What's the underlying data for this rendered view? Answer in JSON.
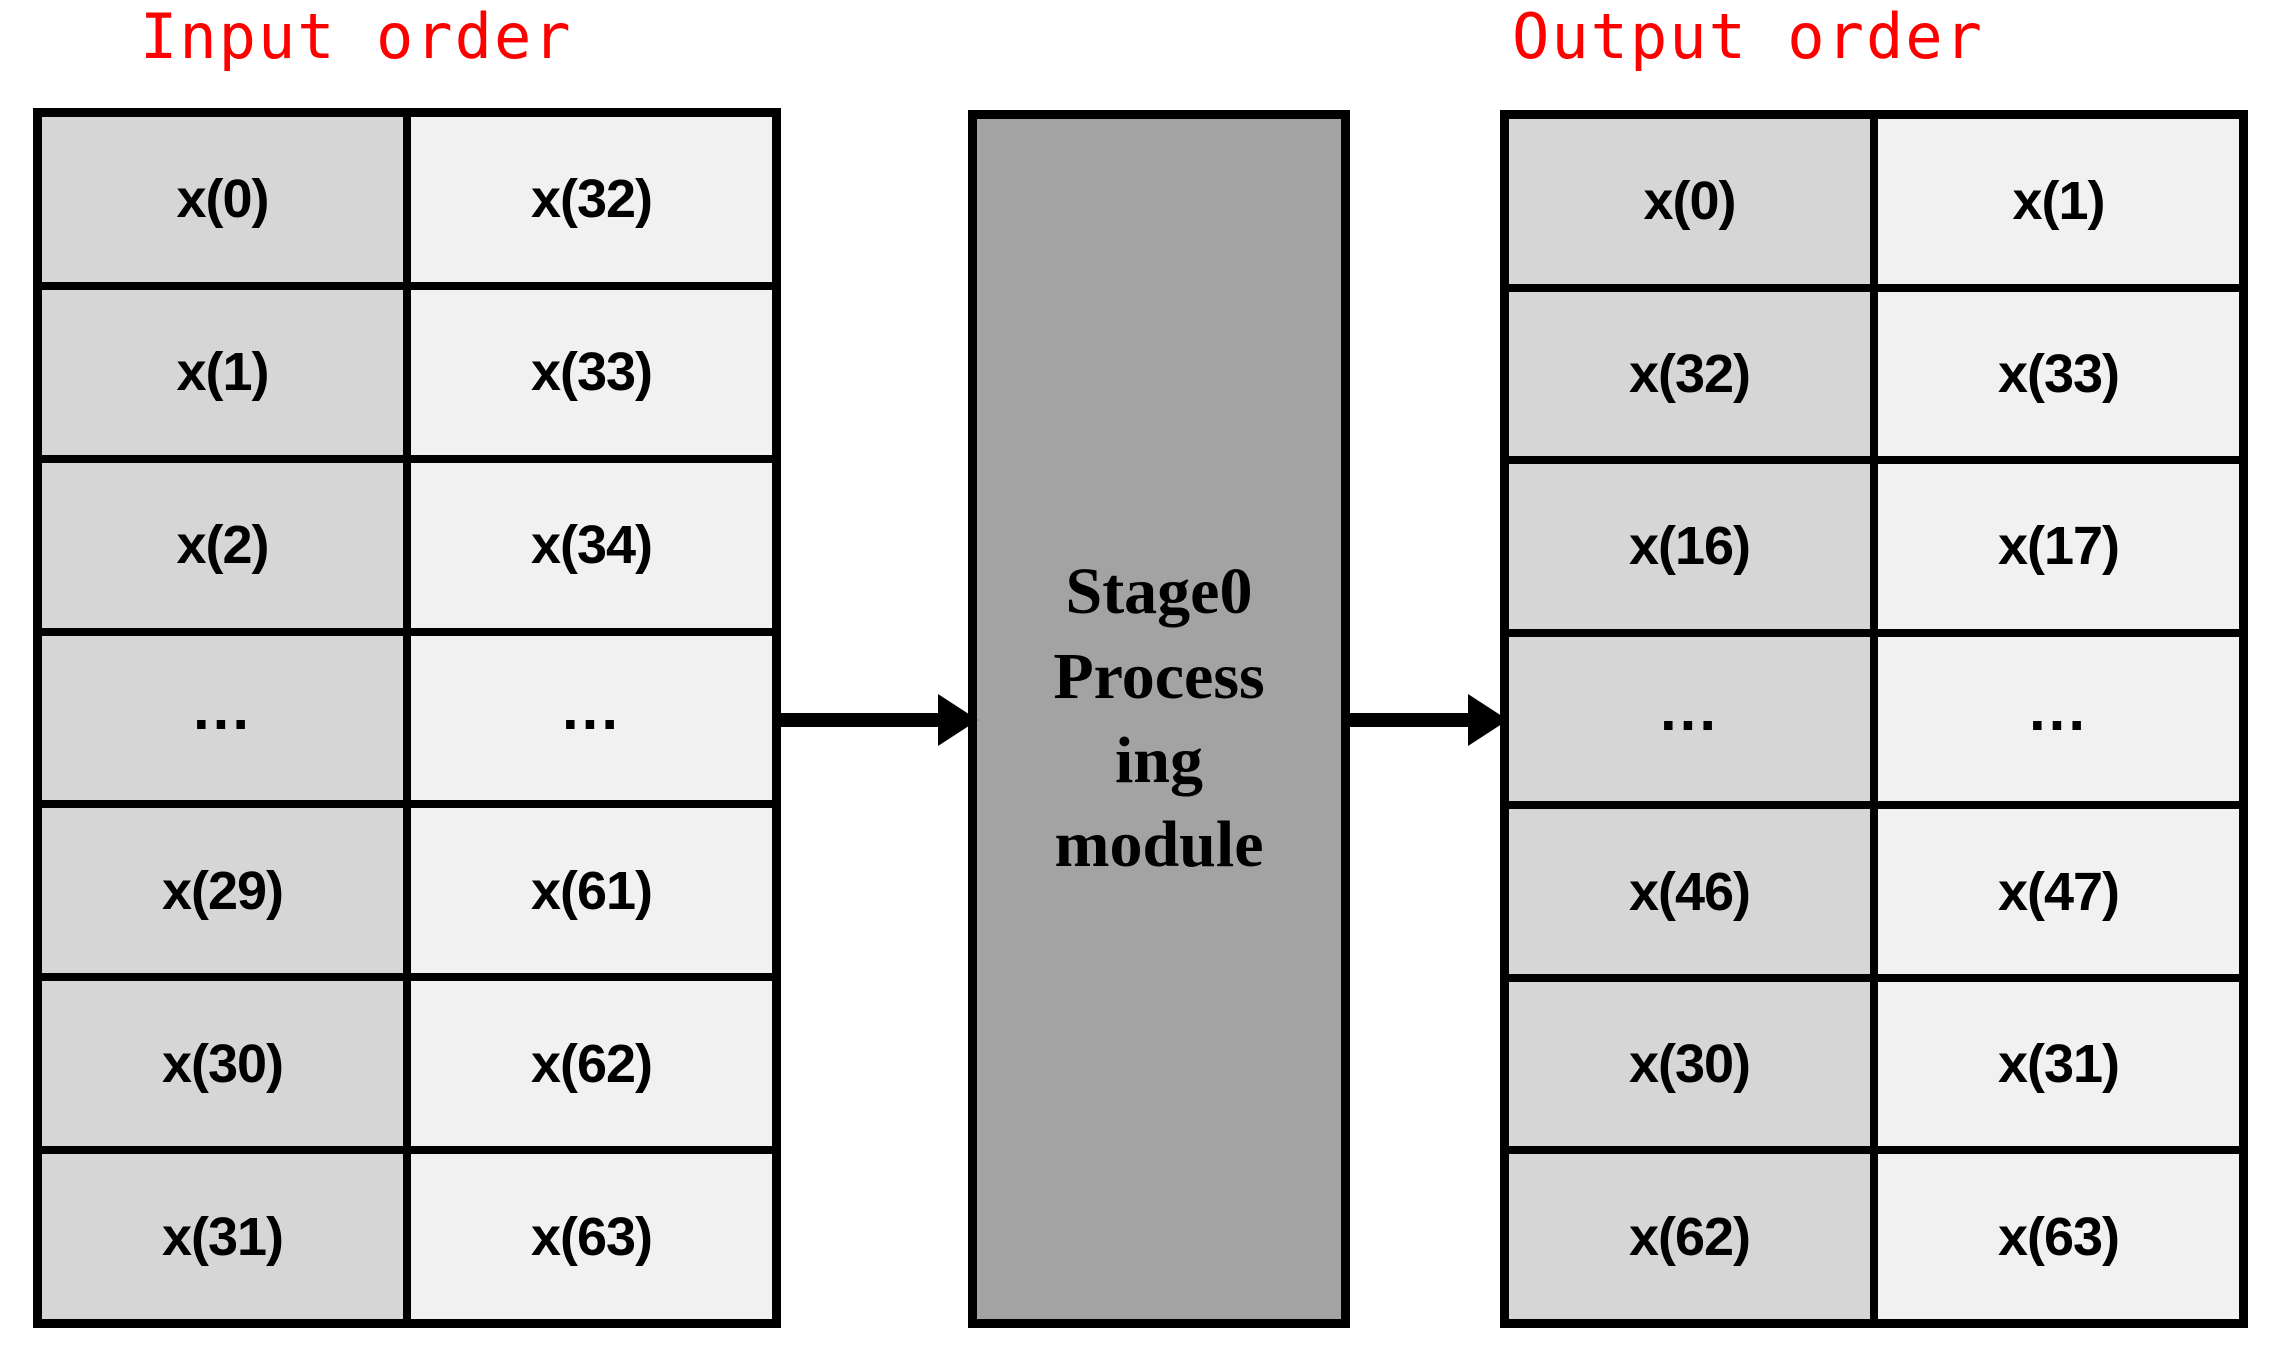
{
  "diagram": {
    "title_input": "Input order",
    "title_output": "Output order",
    "module_label": "Stage0\nProcess\ning\nmodule",
    "arrow_in_name": "input-to-module-arrow",
    "arrow_out_name": "module-to-output-arrow",
    "colors": {
      "title_red": "#ff0000",
      "column_a_fill": "#d6d6d6",
      "column_b_fill": "#f1f1f1",
      "module_fill": "#a3a3a3",
      "border": "#000000",
      "background": "#ffffff"
    },
    "input_order": {
      "columns": [
        "col-a",
        "col-b"
      ],
      "rows": [
        {
          "a": "x(0)",
          "b": "x(32)"
        },
        {
          "a": "x(1)",
          "b": "x(33)"
        },
        {
          "a": "x(2)",
          "b": "x(34)"
        },
        {
          "a": "...",
          "b": "..."
        },
        {
          "a": "x(29)",
          "b": "x(61)"
        },
        {
          "a": "x(30)",
          "b": "x(62)"
        },
        {
          "a": "x(31)",
          "b": "x(63)"
        }
      ]
    },
    "output_order": {
      "columns": [
        "col-a",
        "col-b"
      ],
      "rows": [
        {
          "a": "x(0)",
          "b": "x(1)"
        },
        {
          "a": "x(32)",
          "b": "x(33)"
        },
        {
          "a": "x(16)",
          "b": "x(17)"
        },
        {
          "a": "...",
          "b": "..."
        },
        {
          "a": "x(46)",
          "b": "x(47)"
        },
        {
          "a": "x(30)",
          "b": "x(31)"
        },
        {
          "a": "x(62)",
          "b": "x(63)"
        }
      ]
    }
  }
}
